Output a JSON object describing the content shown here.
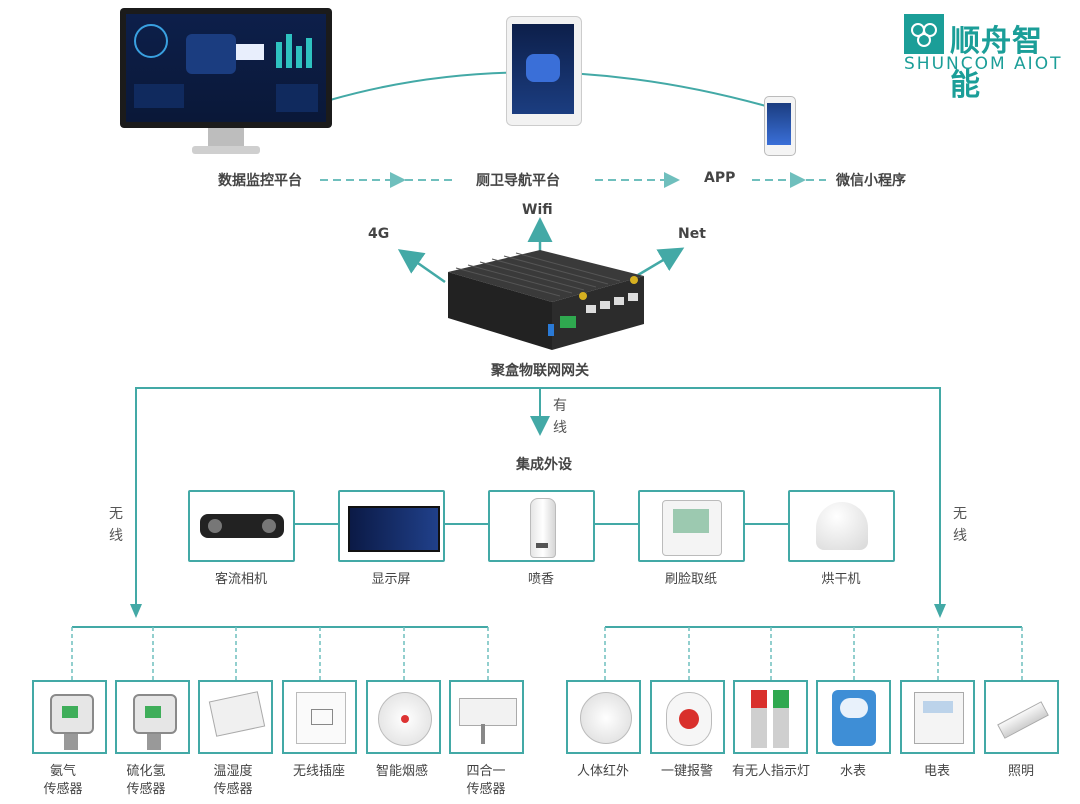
{
  "brand": {
    "cn": "顺舟智能",
    "en": "SHUNCOM AIOT",
    "color": "#1b9e98"
  },
  "platforms": {
    "monitor": "数据监控平台",
    "toilet_nav": "厕卫导航平台",
    "app": "APP",
    "miniprogram": "微信小程序"
  },
  "connectivity": {
    "g4": "4G",
    "wifi": "Wifi",
    "net": "Net"
  },
  "gateway": {
    "label": "聚盒物联网网关"
  },
  "wired": {
    "char1": "有",
    "char2": "线",
    "title": "集成外设"
  },
  "wireless": {
    "char1": "无",
    "char2": "线"
  },
  "peripherals": [
    {
      "label": "客流相机",
      "icon": "camera-icon"
    },
    {
      "label": "显示屏",
      "icon": "display-icon"
    },
    {
      "label": "喷香",
      "icon": "fragrance-icon"
    },
    {
      "label": "刷脸取纸",
      "icon": "face-paper-icon"
    },
    {
      "label": "烘干机",
      "icon": "hand-dryer-icon"
    }
  ],
  "left_sensors": [
    {
      "line1": "氨气",
      "line2": "传感器",
      "icon": "ammonia-sensor-icon"
    },
    {
      "line1": "硫化氢",
      "line2": "传感器",
      "icon": "h2s-sensor-icon"
    },
    {
      "line1": "温湿度",
      "line2": "传感器",
      "icon": "temp-humidity-icon"
    },
    {
      "line1": "无线插座",
      "line2": "",
      "icon": "socket-icon"
    },
    {
      "line1": "智能烟感",
      "line2": "",
      "icon": "smoke-detector-icon"
    },
    {
      "line1": "四合一",
      "line2": "传感器",
      "icon": "four-in-one-icon"
    }
  ],
  "right_devices": [
    {
      "label": "人体红外",
      "icon": "pir-icon"
    },
    {
      "label": "一键报警",
      "icon": "alarm-button-icon"
    },
    {
      "label": "有无人指示灯",
      "icon": "occupancy-light-icon"
    },
    {
      "label": "水表",
      "icon": "water-meter-icon"
    },
    {
      "label": "电表",
      "icon": "electric-meter-icon"
    },
    {
      "label": "照明",
      "icon": "lighting-icon"
    }
  ],
  "colors": {
    "line": "#43a9a6",
    "dash": "#6fbfbd",
    "text": "#444444"
  }
}
